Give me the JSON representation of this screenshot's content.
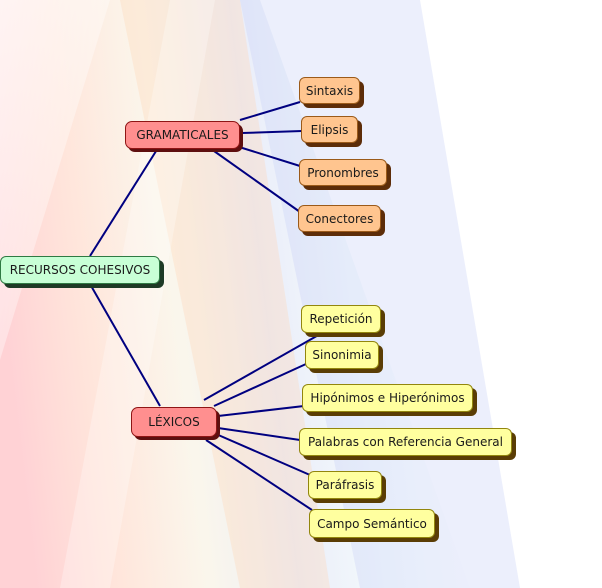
{
  "root": {
    "label": "RECURSOS COHESIVOS"
  },
  "branches": {
    "gramaticales": {
      "label": "GRAMATICALES",
      "items": [
        {
          "label": "Sintaxis"
        },
        {
          "label": "Elipsis"
        },
        {
          "label": "Pronombres"
        },
        {
          "label": "Conectores"
        }
      ]
    },
    "lexicos": {
      "label": "LÉXICOS",
      "items": [
        {
          "label": "Repetición"
        },
        {
          "label": "Sinonimia"
        },
        {
          "label": "Hipónimos e Hiperónimos"
        },
        {
          "label": "Palabras con Referencia General"
        },
        {
          "label": "Paráfrasis"
        },
        {
          "label": "Campo Semántico"
        }
      ]
    }
  },
  "colors": {
    "connector": "#000080",
    "root_fill": "#c8ffd6",
    "branch_fill": "#ff8f8f",
    "gramaticales_item_fill": "#ffc58f",
    "lexicos_item_fill": "#ffff9f"
  }
}
